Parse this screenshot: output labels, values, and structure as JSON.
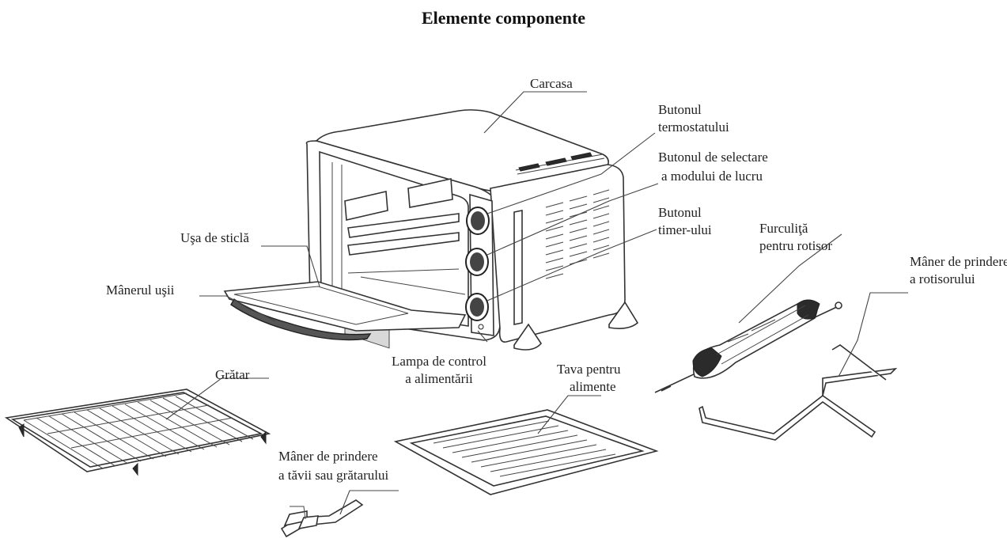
{
  "title": "Elemente componente",
  "labels": {
    "carcasa": "Carcasa",
    "termostat_1": "Butonul",
    "termostat_2": "termostatului",
    "selectare_1": "Butonul de selectare",
    "selectare_2": "a modului de lucru",
    "timer_1": "Butonul",
    "timer_2": "timer-ului",
    "usa": "Uşa de sticlă",
    "maner_usa": "Mânerul uşii",
    "furculita_1": "Furculiţă",
    "furculita_2": "pentru rotisor",
    "maner_rotisor_1": "Mâner de prindere",
    "maner_rotisor_2": "a rotisorului",
    "lampa_1": "Lampa de control",
    "lampa_2": "a alimentării",
    "tava_1": "Tava pentru",
    "tava_2": "alimente",
    "gratar": "Grătar",
    "maner_tava_1": "Mâner de prindere",
    "maner_tava_2": "a tăvii sau grătarului"
  },
  "icons": [
    "oven-illustration",
    "grill-rack-illustration",
    "food-tray-illustration",
    "rotisserie-fork-illustration",
    "rotisserie-handle-illustration",
    "tray-handle-illustration"
  ]
}
